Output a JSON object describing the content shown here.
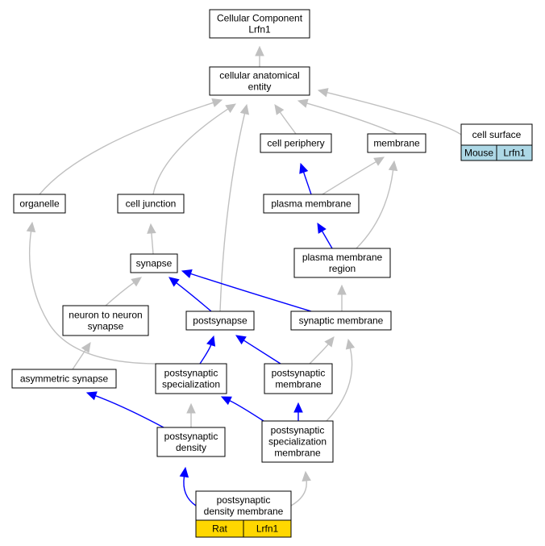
{
  "nodes": {
    "root": {
      "lines": [
        "Cellular Component",
        "Lrfn1"
      ]
    },
    "cae": {
      "lines": [
        "cellular anatomical",
        "entity"
      ]
    },
    "cell_surface": {
      "lines": [
        "cell surface"
      ],
      "tags": [
        {
          "label": "Mouse",
          "color": "#add8e6"
        },
        {
          "label": "Lrfn1",
          "color": "#add8e6"
        }
      ]
    },
    "cell_periphery": {
      "lines": [
        "cell periphery"
      ]
    },
    "membrane": {
      "lines": [
        "membrane"
      ]
    },
    "organelle": {
      "lines": [
        "organelle"
      ]
    },
    "cell_junction": {
      "lines": [
        "cell junction"
      ]
    },
    "plasma_membrane": {
      "lines": [
        "plasma membrane"
      ]
    },
    "synapse": {
      "lines": [
        "synapse"
      ]
    },
    "pm_region": {
      "lines": [
        "plasma membrane",
        "region"
      ]
    },
    "n2n_synapse": {
      "lines": [
        "neuron to neuron",
        "synapse"
      ]
    },
    "postsynapse": {
      "lines": [
        "postsynapse"
      ]
    },
    "synaptic_membrane": {
      "lines": [
        "synaptic membrane"
      ]
    },
    "asym_synapse": {
      "lines": [
        "asymmetric synapse"
      ]
    },
    "ps_spec": {
      "lines": [
        "postsynaptic",
        "specialization"
      ]
    },
    "ps_membrane": {
      "lines": [
        "postsynaptic",
        "membrane"
      ]
    },
    "ps_density": {
      "lines": [
        "postsynaptic",
        "density"
      ]
    },
    "ps_spec_membrane": {
      "lines": [
        "postsynaptic",
        "specialization",
        "membrane"
      ]
    },
    "psd_membrane": {
      "lines": [
        "postsynaptic",
        "density membrane"
      ],
      "tags": [
        {
          "label": "Rat",
          "color": "#ffd700"
        },
        {
          "label": "Lrfn1",
          "color": "#ffd700"
        }
      ]
    }
  },
  "edges": [
    {
      "from": "cae",
      "to": "root",
      "color": "grey"
    },
    {
      "from": "cell_surface",
      "to": "cae",
      "color": "grey"
    },
    {
      "from": "cell_periphery",
      "to": "cae",
      "color": "grey"
    },
    {
      "from": "membrane",
      "to": "cae",
      "color": "grey"
    },
    {
      "from": "organelle",
      "to": "cae",
      "color": "grey"
    },
    {
      "from": "cell_junction",
      "to": "cae",
      "color": "grey"
    },
    {
      "from": "postsynapse",
      "to": "cae",
      "color": "grey"
    },
    {
      "from": "plasma_membrane",
      "to": "cell_periphery",
      "color": "blue"
    },
    {
      "from": "plasma_membrane",
      "to": "membrane",
      "color": "grey"
    },
    {
      "from": "pm_region",
      "to": "membrane",
      "color": "grey"
    },
    {
      "from": "pm_region",
      "to": "plasma_membrane",
      "color": "blue"
    },
    {
      "from": "synapse",
      "to": "cell_junction",
      "color": "grey"
    },
    {
      "from": "n2n_synapse",
      "to": "synapse",
      "color": "grey"
    },
    {
      "from": "postsynapse",
      "to": "synapse",
      "color": "blue"
    },
    {
      "from": "synaptic_membrane",
      "to": "synapse",
      "color": "blue"
    },
    {
      "from": "synaptic_membrane",
      "to": "pm_region",
      "color": "grey"
    },
    {
      "from": "asym_synapse",
      "to": "n2n_synapse",
      "color": "grey"
    },
    {
      "from": "ps_spec",
      "to": "organelle",
      "color": "grey"
    },
    {
      "from": "ps_spec",
      "to": "postsynapse",
      "color": "blue"
    },
    {
      "from": "ps_membrane",
      "to": "postsynapse",
      "color": "blue"
    },
    {
      "from": "ps_membrane",
      "to": "synaptic_membrane",
      "color": "grey"
    },
    {
      "from": "ps_spec_membrane",
      "to": "synaptic_membrane",
      "color": "grey"
    },
    {
      "from": "ps_density",
      "to": "asym_synapse",
      "color": "blue"
    },
    {
      "from": "ps_density",
      "to": "ps_spec",
      "color": "grey"
    },
    {
      "from": "ps_spec_membrane",
      "to": "ps_spec",
      "color": "blue"
    },
    {
      "from": "ps_spec_membrane",
      "to": "ps_membrane",
      "color": "blue"
    },
    {
      "from": "psd_membrane",
      "to": "ps_density",
      "color": "blue"
    },
    {
      "from": "psd_membrane",
      "to": "ps_spec_membrane",
      "color": "grey"
    }
  ]
}
